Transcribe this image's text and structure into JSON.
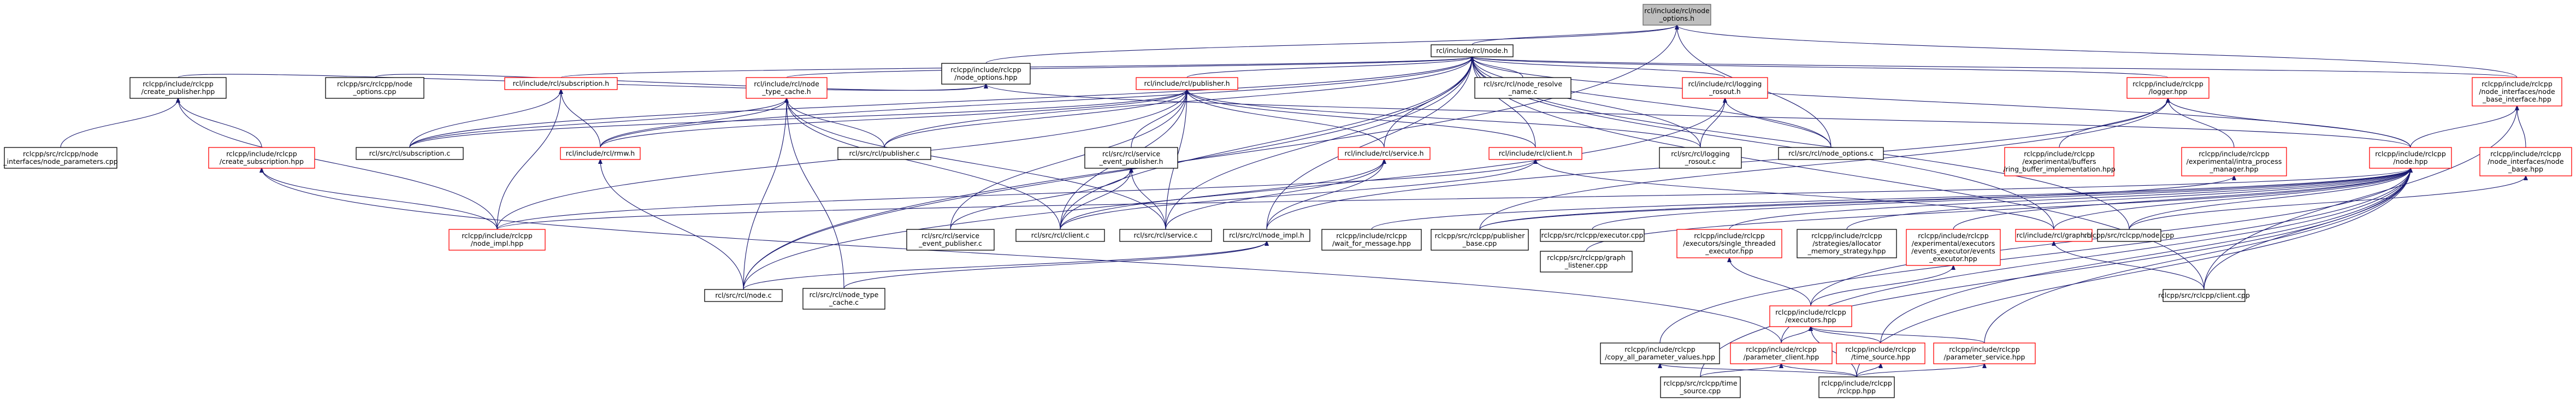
{
  "colors": {
    "edge": "#191970",
    "root_fill": "#bfbfbf",
    "red_border": "#ff0000",
    "black_border": "#000000"
  },
  "nodes": [
    {
      "id": "root",
      "lines": [
        "rcl/include/rcl/node",
        "_options.h"
      ],
      "style": "root"
    },
    {
      "id": "node_h",
      "lines": [
        "rcl/include/rcl/node.h"
      ],
      "style": "black"
    },
    {
      "id": "rclcpp_node_options_hpp",
      "lines": [
        "rclcpp/include/rclcpp",
        "/node_options.hpp"
      ],
      "style": "black"
    },
    {
      "id": "create_publisher_hpp",
      "lines": [
        "rclcpp/include/rclcpp",
        "/create_publisher.hpp"
      ],
      "style": "black"
    },
    {
      "id": "node_options_cpp",
      "lines": [
        "rclcpp/src/rclcpp/node",
        "_options.cpp"
      ],
      "style": "black"
    },
    {
      "id": "subscription_h",
      "lines": [
        "rcl/include/rcl/subscription.h"
      ],
      "style": "red"
    },
    {
      "id": "node_type_cache_h",
      "lines": [
        "rcl/include/rcl/node",
        "_type_cache.h"
      ],
      "style": "red"
    },
    {
      "id": "publisher_h",
      "lines": [
        "rcl/include/rcl/publisher.h"
      ],
      "style": "red"
    },
    {
      "id": "node_resolve_name_c",
      "lines": [
        "rcl/src/rcl/node_resolve",
        "_name.c"
      ],
      "style": "black"
    },
    {
      "id": "logging_rosout_h",
      "lines": [
        "rcl/include/rcl/logging",
        "_rosout.h"
      ],
      "style": "red"
    },
    {
      "id": "logger_hpp",
      "lines": [
        "rclcpp/include/rclcpp",
        "/logger.hpp"
      ],
      "style": "red"
    },
    {
      "id": "node_base_interface_hpp",
      "lines": [
        "rclcpp/include/rclcpp",
        "/node_interfaces/node",
        "_base_interface.hpp"
      ],
      "style": "red"
    },
    {
      "id": "node_interfaces_node_parameters_cpp",
      "lines": [
        "rclcpp/src/rclcpp/node",
        "_interfaces/node_parameters.cpp"
      ],
      "style": "black"
    },
    {
      "id": "create_subscription_hpp",
      "lines": [
        "rclcpp/include/rclcpp",
        "/create_subscription.hpp"
      ],
      "style": "red"
    },
    {
      "id": "subscription_c",
      "lines": [
        "rcl/src/rcl/subscription.c"
      ],
      "style": "black"
    },
    {
      "id": "rmw_h",
      "lines": [
        "rcl/include/rcl/rmw.h"
      ],
      "style": "red"
    },
    {
      "id": "publisher_c",
      "lines": [
        "rcl/src/rcl/publisher.c"
      ],
      "style": "black"
    },
    {
      "id": "service_event_publisher_h",
      "lines": [
        "rcl/src/rcl/service",
        "_event_publisher.h"
      ],
      "style": "black"
    },
    {
      "id": "service_h",
      "lines": [
        "rcl/include/rcl/service.h"
      ],
      "style": "red"
    },
    {
      "id": "client_h",
      "lines": [
        "rcl/include/rcl/client.h"
      ],
      "style": "red"
    },
    {
      "id": "logging_rosout_c",
      "lines": [
        "rcl/src/rcl/logging",
        "_rosout.c"
      ],
      "style": "black"
    },
    {
      "id": "node_options_c",
      "lines": [
        "rcl/src/rcl/node_options.c"
      ],
      "style": "black"
    },
    {
      "id": "ring_buffer_hpp",
      "lines": [
        "rclcpp/include/rclcpp",
        "/experimental/buffers",
        "/ring_buffer_implementation.hpp"
      ],
      "style": "red"
    },
    {
      "id": "intra_process_manager_hpp",
      "lines": [
        "rclcpp/include/rclcpp",
        "/experimental/intra_process",
        "_manager.hpp"
      ],
      "style": "red"
    },
    {
      "id": "node_hpp",
      "lines": [
        "rclcpp/include/rclcpp",
        "/node.hpp"
      ],
      "style": "red"
    },
    {
      "id": "node_base_hpp",
      "lines": [
        "rclcpp/include/rclcpp",
        "/node_interfaces/node",
        "_base.hpp"
      ],
      "style": "red"
    },
    {
      "id": "node_impl_hpp",
      "lines": [
        "rclcpp/include/rclcpp",
        "/node_impl.hpp"
      ],
      "style": "red"
    },
    {
      "id": "service_event_publisher_c",
      "lines": [
        "rcl/src/rcl/service",
        "_event_publisher.c"
      ],
      "style": "black"
    },
    {
      "id": "client_c",
      "lines": [
        "rcl/src/rcl/client.c"
      ],
      "style": "black"
    },
    {
      "id": "service_c",
      "lines": [
        "rcl/src/rcl/service.c"
      ],
      "style": "black"
    },
    {
      "id": "node_impl_h",
      "lines": [
        "rcl/src/rcl/node_impl.h"
      ],
      "style": "black"
    },
    {
      "id": "publisher_base_cpp",
      "lines": [
        "rclcpp/src/rclcpp/publisher",
        "_base.cpp"
      ],
      "style": "black"
    },
    {
      "id": "wait_for_message_hpp",
      "lines": [
        "rclcpp/include/rclcpp",
        "/wait_for_message.hpp"
      ],
      "style": "black"
    },
    {
      "id": "executor_cpp",
      "lines": [
        "rclcpp/src/rclcpp/executor.cpp"
      ],
      "style": "black"
    },
    {
      "id": "graph_listener_cpp",
      "lines": [
        "rclcpp/src/rclcpp/graph",
        "_listener.cpp"
      ],
      "style": "black"
    },
    {
      "id": "single_threaded_executor_hpp",
      "lines": [
        "rclcpp/include/rclcpp",
        "/executors/single_threaded",
        "_executor.hpp"
      ],
      "style": "red"
    },
    {
      "id": "allocator_memory_strategy_hpp",
      "lines": [
        "rclcpp/include/rclcpp",
        "/strategies/allocator",
        "_memory_strategy.hpp"
      ],
      "style": "black"
    },
    {
      "id": "events_executor_hpp",
      "lines": [
        "rclcpp/include/rclcpp",
        "/experimental/executors",
        "/events_executor/events",
        "_executor.hpp"
      ],
      "style": "red"
    },
    {
      "id": "graph_h",
      "lines": [
        "rcl/include/rcl/graph.h"
      ],
      "style": "red"
    },
    {
      "id": "node_cpp",
      "lines": [
        "rclcpp/src/rclcpp/node.cpp"
      ],
      "style": "black"
    },
    {
      "id": "node_c",
      "lines": [
        "rcl/src/rcl/node.c"
      ],
      "style": "black"
    },
    {
      "id": "node_type_cache_c",
      "lines": [
        "rcl/src/rcl/node_type",
        "_cache.c"
      ],
      "style": "black"
    },
    {
      "id": "executors_hpp",
      "lines": [
        "rclcpp/include/rclcpp",
        "/executors.hpp"
      ],
      "style": "red"
    },
    {
      "id": "client_cpp",
      "lines": [
        "rclcpp/src/rclcpp/client.cpp"
      ],
      "style": "black"
    },
    {
      "id": "copy_all_parameter_values_hpp",
      "lines": [
        "rclcpp/include/rclcpp",
        "/copy_all_parameter_values.hpp"
      ],
      "style": "black"
    },
    {
      "id": "parameter_client_hpp",
      "lines": [
        "rclcpp/include/rclcpp",
        "/parameter_client.hpp"
      ],
      "style": "red"
    },
    {
      "id": "time_source_hpp",
      "lines": [
        "rclcpp/include/rclcpp",
        "/time_source.hpp"
      ],
      "style": "red"
    },
    {
      "id": "parameter_service_hpp",
      "lines": [
        "rclcpp/include/rclcpp",
        "/parameter_service.hpp"
      ],
      "style": "red"
    },
    {
      "id": "time_source_cpp",
      "lines": [
        "rclcpp/src/rclcpp/time",
        "_source.cpp"
      ],
      "style": "black"
    },
    {
      "id": "rclcpp_hpp",
      "lines": [
        "rclcpp/include/rclcpp",
        "/rclcpp.hpp"
      ],
      "style": "black"
    }
  ],
  "edges": [
    [
      "root",
      "node_h"
    ],
    [
      "root",
      "rclcpp_node_options_hpp"
    ],
    [
      "root",
      "node_options_c"
    ],
    [
      "root",
      "node_base_interface_hpp"
    ],
    [
      "root",
      "node_c"
    ],
    [
      "rclcpp_node_options_hpp",
      "create_publisher_hpp"
    ],
    [
      "rclcpp_node_options_hpp",
      "node_options_cpp"
    ],
    [
      "rclcpp_node_options_hpp",
      "node_hpp"
    ],
    [
      "node_h",
      "subscription_h"
    ],
    [
      "node_h",
      "node_type_cache_h"
    ],
    [
      "node_h",
      "publisher_h"
    ],
    [
      "node_h",
      "node_resolve_name_c"
    ],
    [
      "node_h",
      "logging_rosout_h"
    ],
    [
      "node_h",
      "logger_hpp"
    ],
    [
      "node_h",
      "node_base_interface_hpp"
    ],
    [
      "node_h",
      "node_hpp"
    ],
    [
      "node_h",
      "graph_h"
    ],
    [
      "node_h",
      "node_impl_h"
    ],
    [
      "node_h",
      "node_c"
    ],
    [
      "node_h",
      "client_cpp"
    ],
    [
      "node_h",
      "node_options_c"
    ],
    [
      "node_h",
      "subscription_c"
    ],
    [
      "node_h",
      "publisher_c"
    ],
    [
      "node_h",
      "logging_rosout_c"
    ],
    [
      "node_h",
      "service_h"
    ],
    [
      "node_h",
      "client_h"
    ],
    [
      "node_h",
      "rmw_h"
    ],
    [
      "node_h",
      "service_c"
    ],
    [
      "node_h",
      "client_c"
    ],
    [
      "node_h",
      "node_cpp"
    ],
    [
      "create_publisher_hpp",
      "node_interfaces_node_parameters_cpp"
    ],
    [
      "create_publisher_hpp",
      "create_subscription_hpp"
    ],
    [
      "create_publisher_hpp",
      "node_impl_hpp"
    ],
    [
      "create_subscription_hpp",
      "node_impl_hpp"
    ],
    [
      "create_subscription_hpp",
      "parameter_client_hpp"
    ],
    [
      "subscription_h",
      "subscription_c"
    ],
    [
      "subscription_h",
      "rmw_h"
    ],
    [
      "subscription_h",
      "node_impl_hpp"
    ],
    [
      "node_type_cache_h",
      "subscription_c"
    ],
    [
      "node_type_cache_h",
      "publisher_c"
    ],
    [
      "node_type_cache_h",
      "service_c"
    ],
    [
      "node_type_cache_h",
      "client_c"
    ],
    [
      "node_type_cache_h",
      "node_c"
    ],
    [
      "node_type_cache_h",
      "node_type_cache_c"
    ],
    [
      "node_type_cache_h",
      "rmw_h"
    ],
    [
      "publisher_h",
      "publisher_c"
    ],
    [
      "publisher_h",
      "service_event_publisher_h"
    ],
    [
      "publisher_h",
      "service_h"
    ],
    [
      "publisher_h",
      "client_h"
    ],
    [
      "publisher_h",
      "logging_rosout_c"
    ],
    [
      "publisher_h",
      "rmw_h"
    ],
    [
      "publisher_h",
      "node_impl_hpp"
    ],
    [
      "publisher_h",
      "service_event_publisher_c"
    ],
    [
      "publisher_h",
      "client_c"
    ],
    [
      "publisher_h",
      "service_c"
    ],
    [
      "publisher_h",
      "subscription_c"
    ],
    [
      "service_event_publisher_h",
      "service_event_publisher_c"
    ],
    [
      "service_event_publisher_h",
      "client_c"
    ],
    [
      "service_event_publisher_h",
      "service_c"
    ],
    [
      "service_h",
      "service_c"
    ],
    [
      "service_h",
      "client_c"
    ],
    [
      "service_h",
      "node_impl_h"
    ],
    [
      "client_h",
      "client_c"
    ],
    [
      "client_h",
      "node_impl_hpp"
    ],
    [
      "client_h",
      "graph_h"
    ],
    [
      "logging_rosout_h",
      "logging_rosout_c"
    ],
    [
      "logging_rosout_h",
      "node_options_c"
    ],
    [
      "logging_rosout_h",
      "node_c"
    ],
    [
      "rmw_h",
      "node_c"
    ],
    [
      "logger_hpp",
      "ring_buffer_hpp"
    ],
    [
      "logger_hpp",
      "intra_process_manager_hpp"
    ],
    [
      "logger_hpp",
      "node_hpp"
    ],
    [
      "logger_hpp",
      "publisher_base_cpp"
    ],
    [
      "logger_hpp",
      "node_impl_h"
    ],
    [
      "node_base_interface_hpp",
      "node_base_hpp"
    ],
    [
      "node_base_interface_hpp",
      "node_hpp"
    ],
    [
      "node_base_interface_hpp",
      "client_cpp"
    ],
    [
      "node_base_hpp",
      "node_cpp"
    ],
    [
      "intra_process_manager_hpp",
      "publisher_base_cpp"
    ],
    [
      "node_hpp",
      "node_impl_hpp"
    ],
    [
      "node_hpp",
      "publisher_base_cpp"
    ],
    [
      "node_hpp",
      "wait_for_message_hpp"
    ],
    [
      "node_hpp",
      "executor_cpp"
    ],
    [
      "node_hpp",
      "graph_listener_cpp"
    ],
    [
      "node_hpp",
      "single_threaded_executor_hpp"
    ],
    [
      "node_hpp",
      "allocator_memory_strategy_hpp"
    ],
    [
      "node_hpp",
      "events_executor_hpp"
    ],
    [
      "node_hpp",
      "graph_h"
    ],
    [
      "node_hpp",
      "node_cpp"
    ],
    [
      "node_hpp",
      "executors_hpp"
    ],
    [
      "node_hpp",
      "copy_all_parameter_values_hpp"
    ],
    [
      "node_hpp",
      "parameter_client_hpp"
    ],
    [
      "node_hpp",
      "time_source_hpp"
    ],
    [
      "node_hpp",
      "parameter_service_hpp"
    ],
    [
      "node_hpp",
      "time_source_cpp"
    ],
    [
      "node_hpp",
      "rclcpp_hpp"
    ],
    [
      "node_hpp",
      "client_cpp"
    ],
    [
      "node_impl_h",
      "node_c"
    ],
    [
      "node_impl_h",
      "node_type_cache_c"
    ],
    [
      "graph_h",
      "client_cpp"
    ],
    [
      "single_threaded_executor_hpp",
      "executors_hpp"
    ],
    [
      "events_executor_hpp",
      "executors_hpp"
    ],
    [
      "executors_hpp",
      "parameter_client_hpp"
    ],
    [
      "executors_hpp",
      "time_source_hpp"
    ],
    [
      "executors_hpp",
      "parameter_service_hpp"
    ],
    [
      "executors_hpp",
      "rclcpp_hpp"
    ],
    [
      "copy_all_parameter_values_hpp",
      "rclcpp_hpp"
    ],
    [
      "parameter_client_hpp",
      "time_source_cpp"
    ],
    [
      "parameter_client_hpp",
      "rclcpp_hpp"
    ],
    [
      "time_source_hpp",
      "rclcpp_hpp"
    ],
    [
      "parameter_service_hpp",
      "rclcpp_hpp"
    ]
  ]
}
